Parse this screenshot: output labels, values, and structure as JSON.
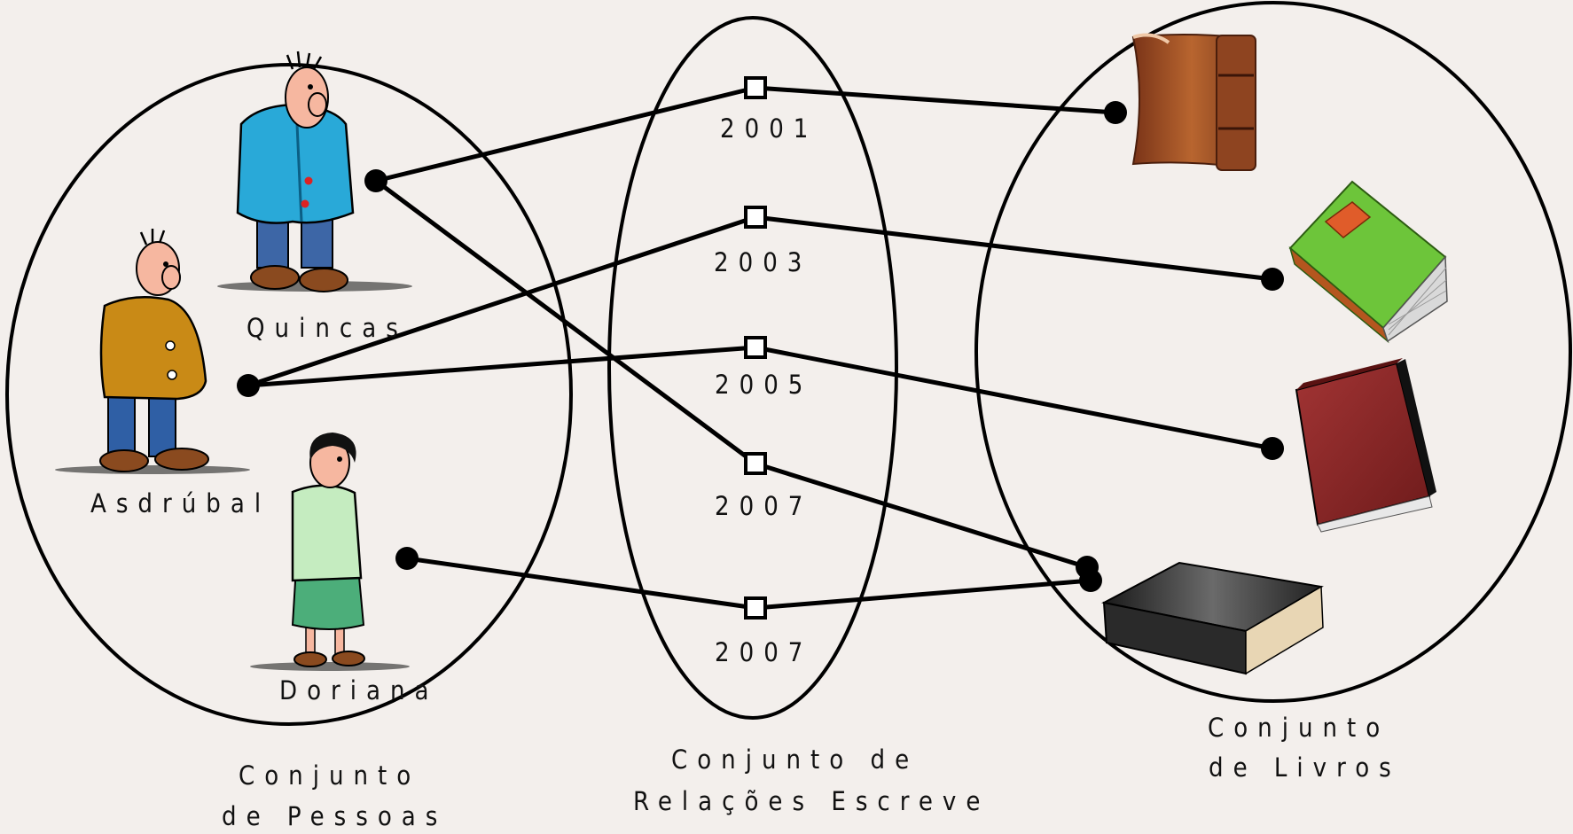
{
  "sets": {
    "people": {
      "caption_line1": "Conjunto",
      "caption_line2": "de Pessoas"
    },
    "relations": {
      "caption_line1": "Conjunto de",
      "caption_line2": "Relações Escreve"
    },
    "books": {
      "caption_line1": "Conjunto",
      "caption_line2": "de Livros"
    }
  },
  "people": [
    {
      "id": "quincas",
      "name": "Quincas",
      "coat_color": "#29a9d8"
    },
    {
      "id": "asdrubal",
      "name": "Asdrúbal",
      "coat_color": "#c98a16"
    },
    {
      "id": "doriana",
      "name": "Doriana",
      "coat_color": "#c5ecc0"
    }
  ],
  "relations": [
    {
      "id": "r1",
      "year": "2001",
      "person": "quincas",
      "book": "book1"
    },
    {
      "id": "r2",
      "year": "2003",
      "person": "asdrubal",
      "book": "book2"
    },
    {
      "id": "r3",
      "year": "2005",
      "person": "asdrubal",
      "book": "book3"
    },
    {
      "id": "r4",
      "year": "2007",
      "person": "quincas",
      "book": "book4"
    },
    {
      "id": "r5",
      "year": "2007",
      "person": "doriana",
      "book": "book4"
    }
  ],
  "books": [
    {
      "id": "book1",
      "icon": "old-brown-book-icon",
      "color": "#a0512a"
    },
    {
      "id": "book2",
      "icon": "green-book-icon",
      "color": "#5fb32a"
    },
    {
      "id": "book3",
      "icon": "red-book-icon",
      "color": "#8b2525"
    },
    {
      "id": "book4",
      "icon": "black-book-icon",
      "color": "#3a3a3a"
    }
  ]
}
